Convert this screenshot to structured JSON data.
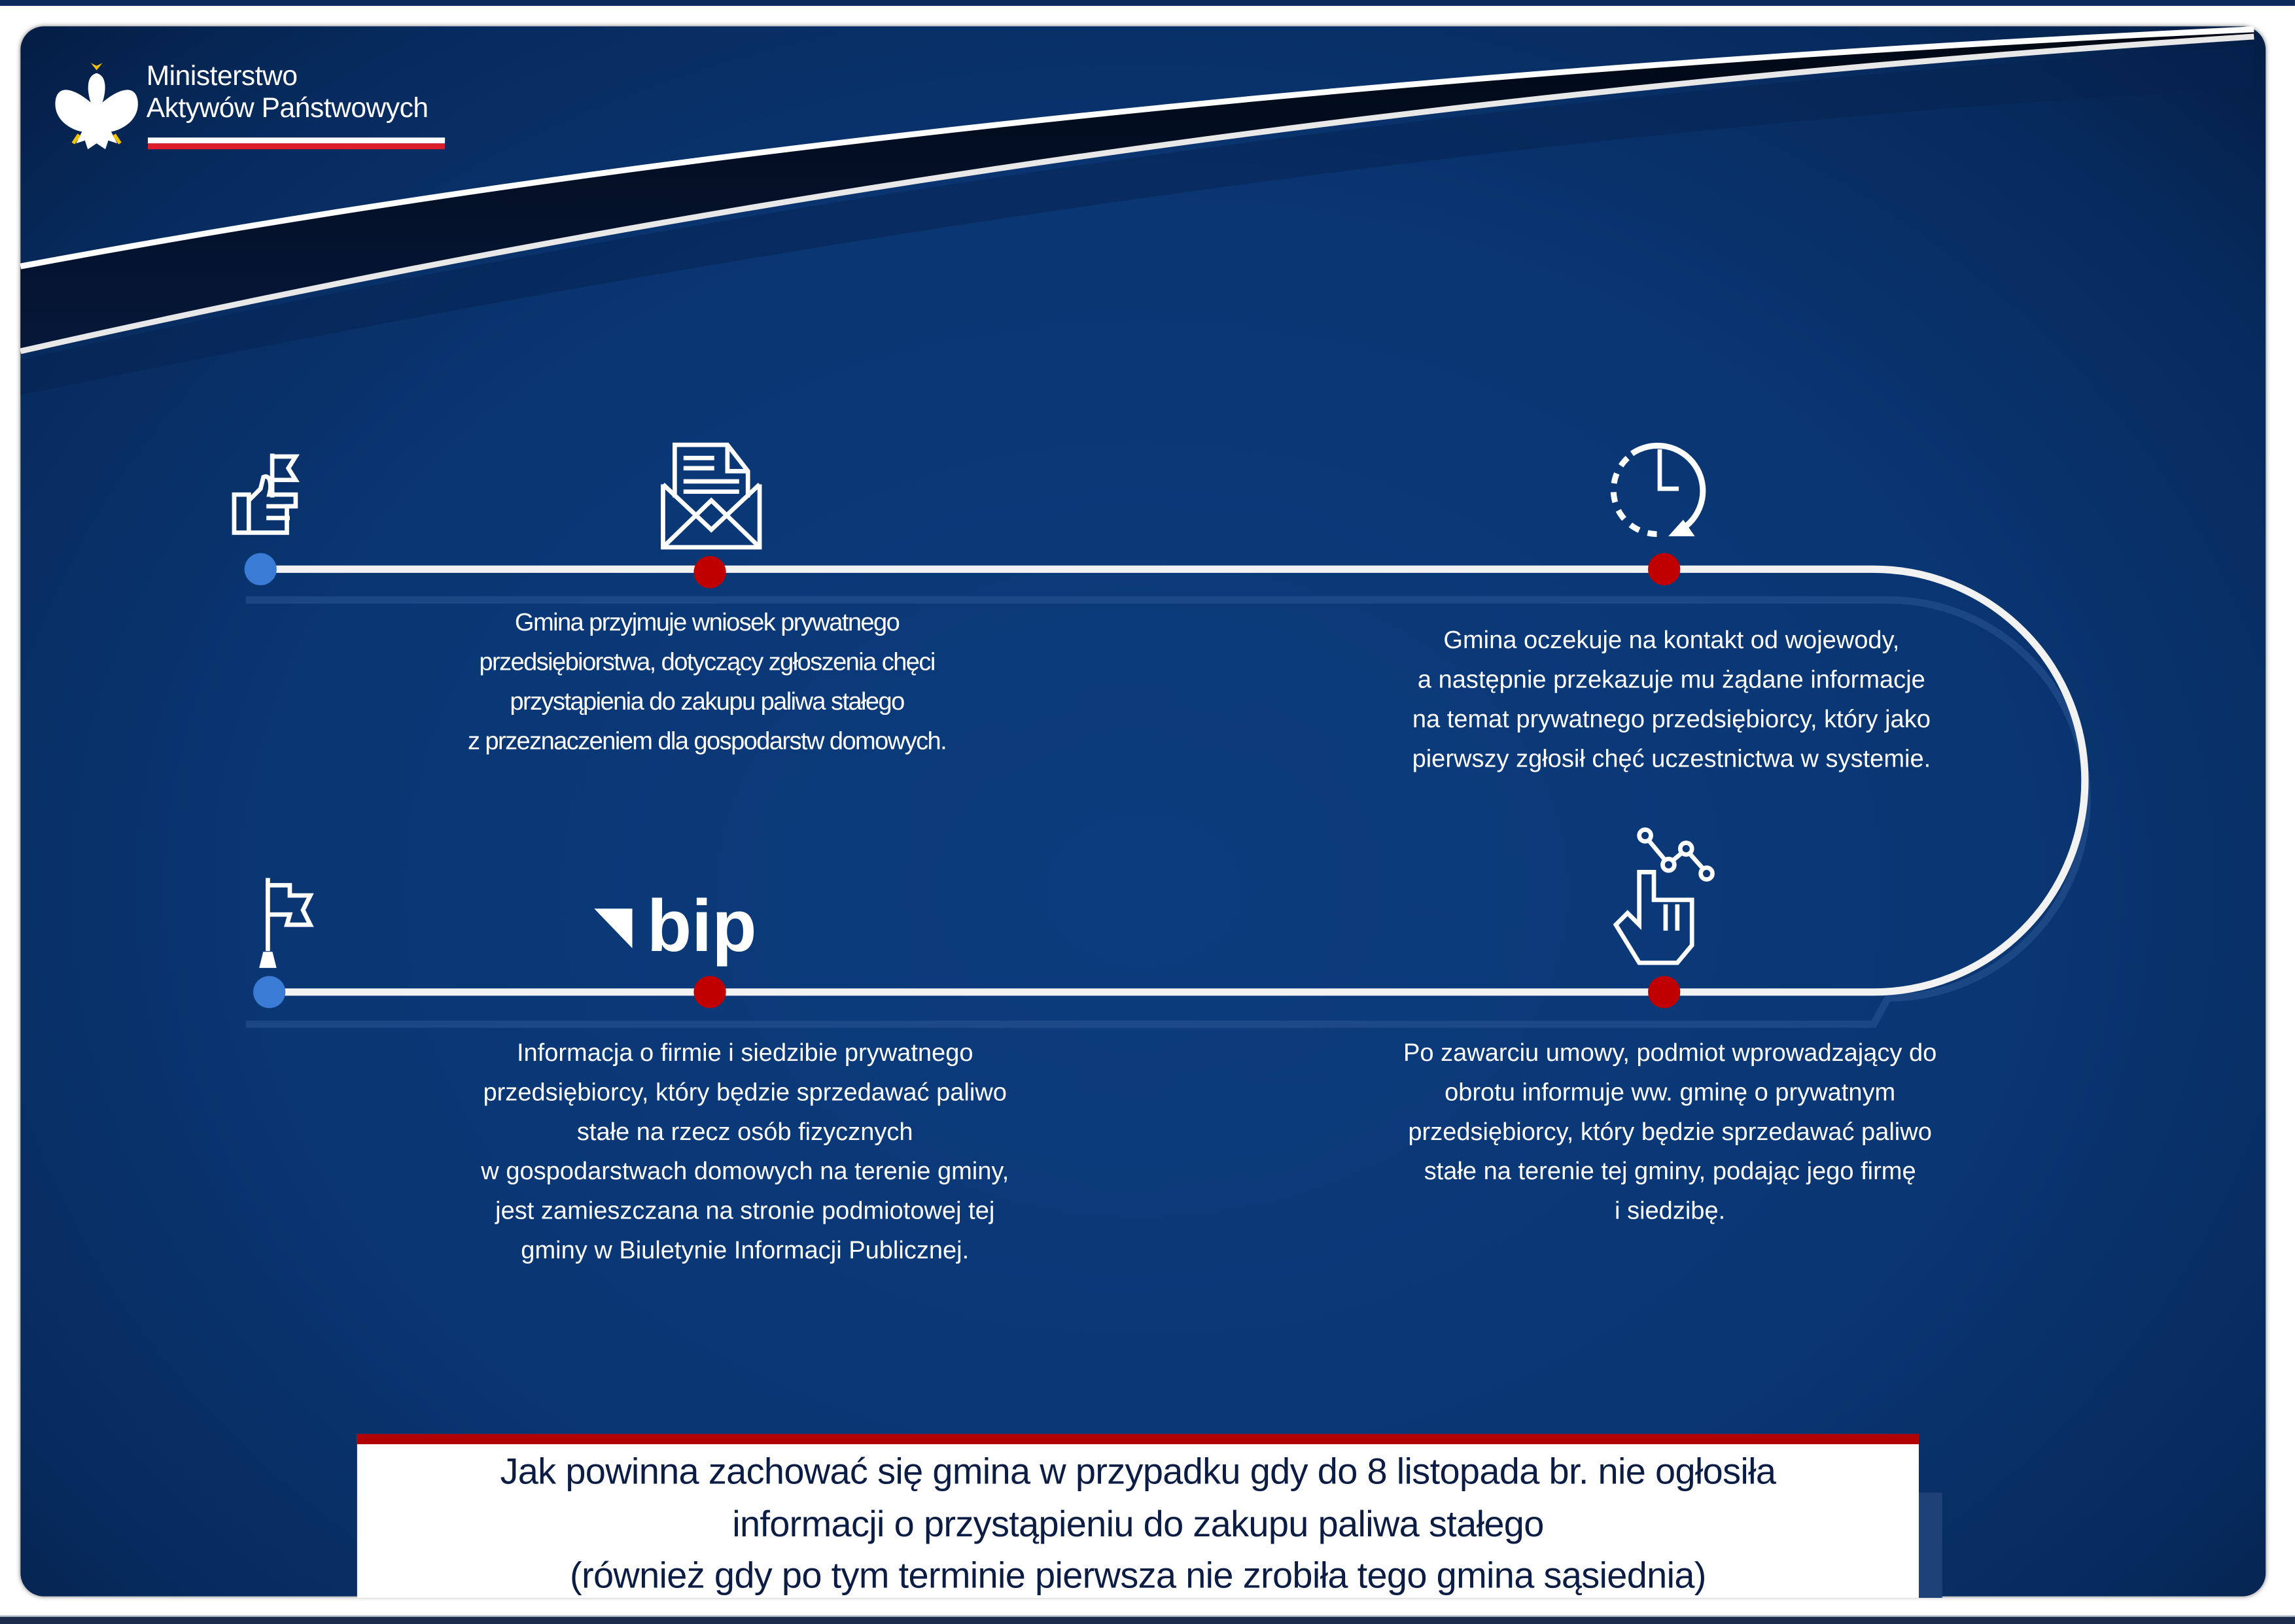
{
  "header": {
    "logo_line1": "Ministerstwo",
    "logo_line2": "Aktywów Państwowych",
    "logo_icon": "polish-eagle-emblem"
  },
  "colors": {
    "background": "#0a3673",
    "track": "#f2f2f2",
    "start_dot": "#3a7bd5",
    "step_dot": "#c00000",
    "title_band": "#b00000",
    "title_text": "#0b1d45"
  },
  "steps": [
    {
      "icon": "thumbs-up-flag-icon",
      "lines": []
    },
    {
      "icon": "envelope-letter-icon",
      "lines": [
        "Gmina przyjmuje wniosek prywatnego",
        "przedsiębiorstwa, dotyczący zgłoszenia chęci",
        "przystąpienia do zakupu paliwa stałego",
        "z przeznaczeniem dla gospodarstw domowych."
      ]
    },
    {
      "icon": "clock-history-icon",
      "lines": [
        "Gmina oczekuje na kontakt od wojewody,",
        "a następnie przekazuje mu żądane informacje",
        "na temat prywatnego przedsiębiorcy, który jako",
        "pierwszy zgłosił chęć uczestnictwa w systemie."
      ]
    },
    {
      "icon": "pointing-hand-chart-icon",
      "lines": [
        "Po zawarciu umowy, podmiot wprowadzający do",
        "obrotu informuje ww. gminę o  prywatnym",
        "przedsiębiorcy, który będzie sprzedawać paliwo",
        "stałe na terenie tej gminy, podając jego firmę",
        "i siedzibę."
      ]
    },
    {
      "icon": "bip-logo-icon",
      "logo_text": "bip",
      "lines": [
        "Informacja o firmie i siedzibie prywatnego",
        "przedsiębiorcy, który będzie sprzedawać paliwo",
        "stałe na rzecz osób fizycznych",
        "w gospodarstwach domowych na terenie gminy,",
        "jest zamieszczana na stronie podmiotowej tej",
        "gminy w Biuletynie Informacji Publicznej."
      ]
    },
    {
      "icon": "finish-flag-icon",
      "lines": []
    }
  ],
  "title": {
    "lines": [
      "Jak powinna zachować się gmina w przypadku gdy do 8 listopada br. nie ogłosiła",
      "informacji o przystąpieniu do zakupu paliwa stałego",
      "(również gdy po tym terminie pierwsza nie zrobiła tego gmina sąsiednia)"
    ]
  }
}
